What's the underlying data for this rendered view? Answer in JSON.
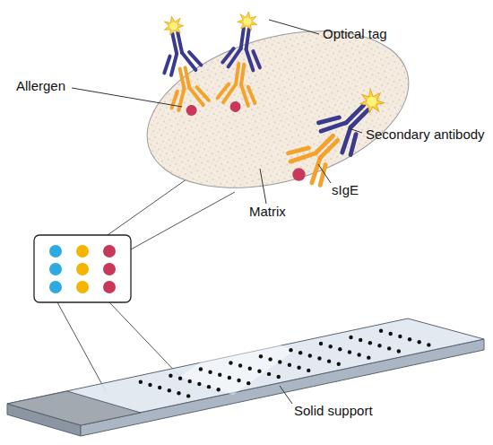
{
  "diagram": {
    "labels": [
      "Optical tag",
      "Allergen",
      "Secondary antibody",
      "sIgE",
      "Matrix",
      "Solid support"
    ]
  }
}
